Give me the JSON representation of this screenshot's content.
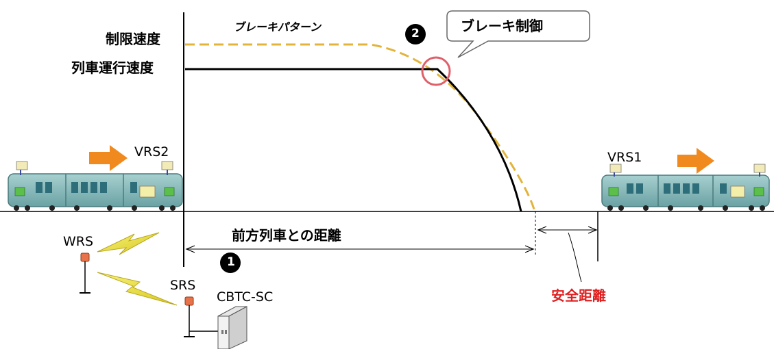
{
  "labels": {
    "speed_limit": "制限速度",
    "train_speed": "列車運行速度",
    "brake_pattern": "ブレーキパターン",
    "brake_control": "ブレーキ制御",
    "distance_to_preceding": "前方列車との距離",
    "safety_distance": "安全距離",
    "vrs2": "VRS2",
    "vrs1": "VRS1",
    "wrs": "WRS",
    "srs": "SRS",
    "cbtc_sc": "CBTC-SC",
    "marker_1": "1",
    "marker_2": "2"
  },
  "colors": {
    "brake_pattern_line": "#e2b43a",
    "train_speed_line": "#000000",
    "highlight_circle": "#e0606a",
    "safety_distance_text": "#e02020",
    "arrow": "#f08a1e",
    "train_body": "#7fb6b6",
    "lightning": "#e8e23a"
  }
}
